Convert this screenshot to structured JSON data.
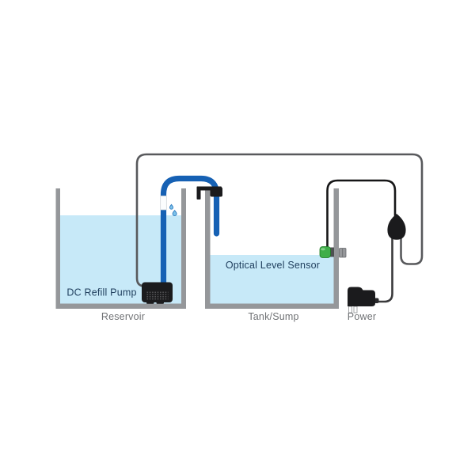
{
  "labels": {
    "dc_refill_pump": "DC Refill Pump",
    "reservoir": "Reservoir",
    "optical_level_sensor": "Optical Level Sensor",
    "tank_sump": "Tank/Sump",
    "power": "Power"
  },
  "colors": {
    "water": "#C7E9F8",
    "tank_wall": "#95979A",
    "tube_blue": "#1661B4",
    "tube_union_white": "#FBFDFE",
    "wire_gray": "#58595C",
    "wire_black": "#161617",
    "power_cord": "#3A3A3C",
    "sensor_green": "#3FAE49",
    "sensor_green_highlight": "#8FD794",
    "sensor_nut_gray": "#96989B",
    "device_black": "#1B1B1D",
    "label_navy": "#21405F",
    "label_gray": "#707275",
    "droplet_outline": "#2D7BC0",
    "droplet_fill": "#7EC3EA"
  },
  "icons": {
    "droplet": "water-droplet"
  }
}
